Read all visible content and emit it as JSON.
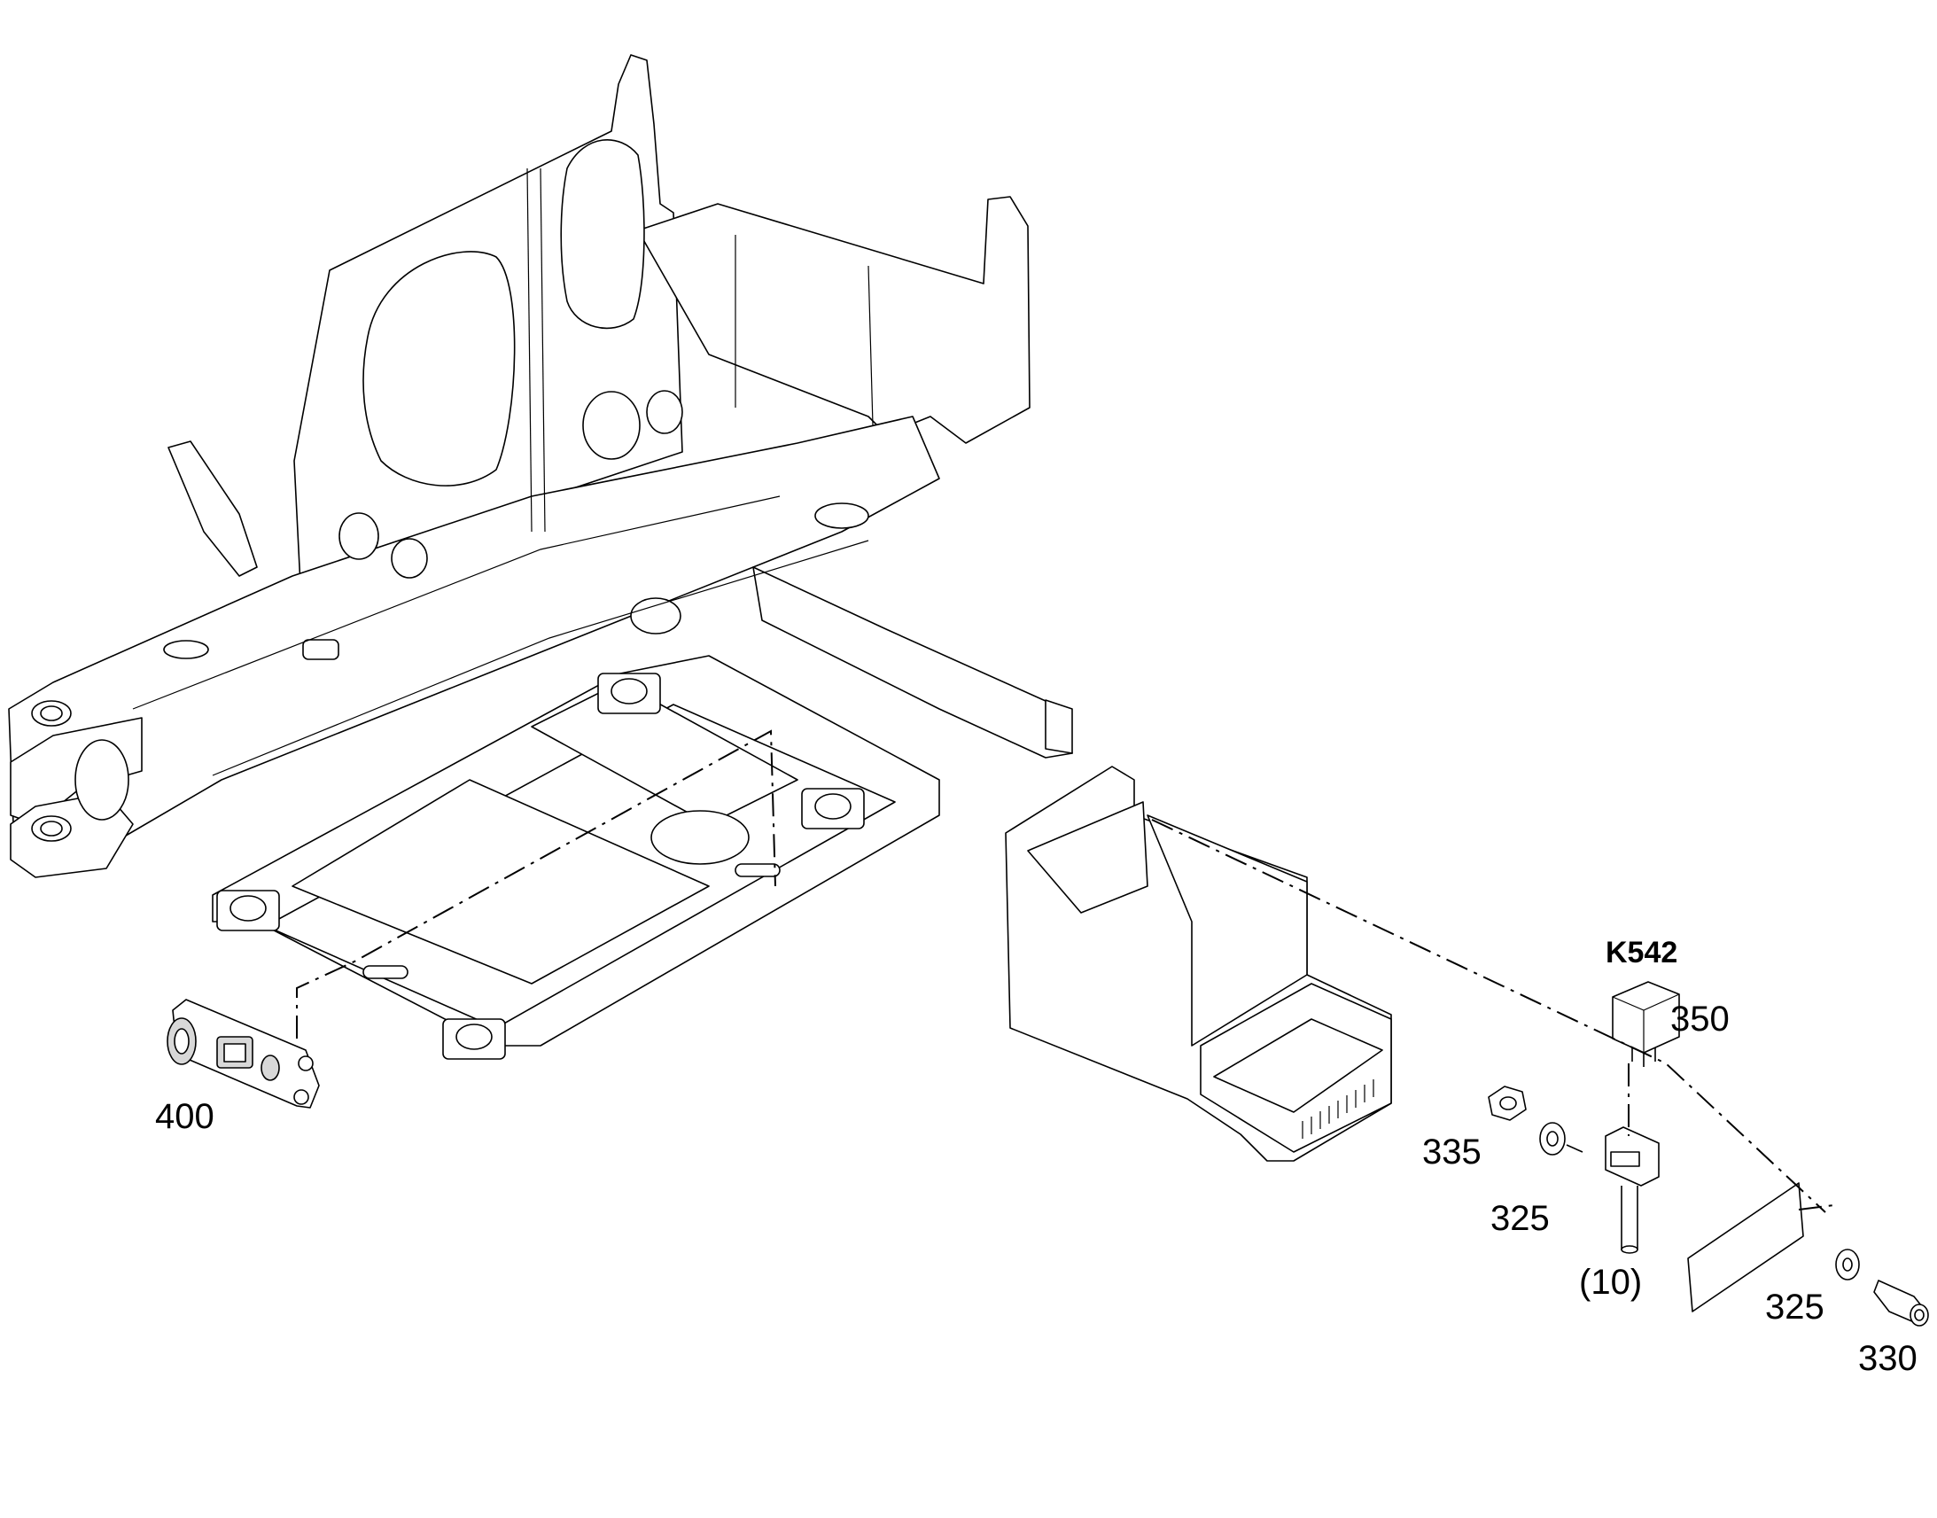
{
  "callouts": {
    "k542": "K542",
    "p350": "350",
    "p400": "400",
    "p335": "335",
    "p325a": "325",
    "p325b": "325",
    "p10": "(10)",
    "p330": "330"
  },
  "colors": {
    "line": "#000000",
    "background": "#ffffff",
    "shade": "#d8d8d8"
  }
}
